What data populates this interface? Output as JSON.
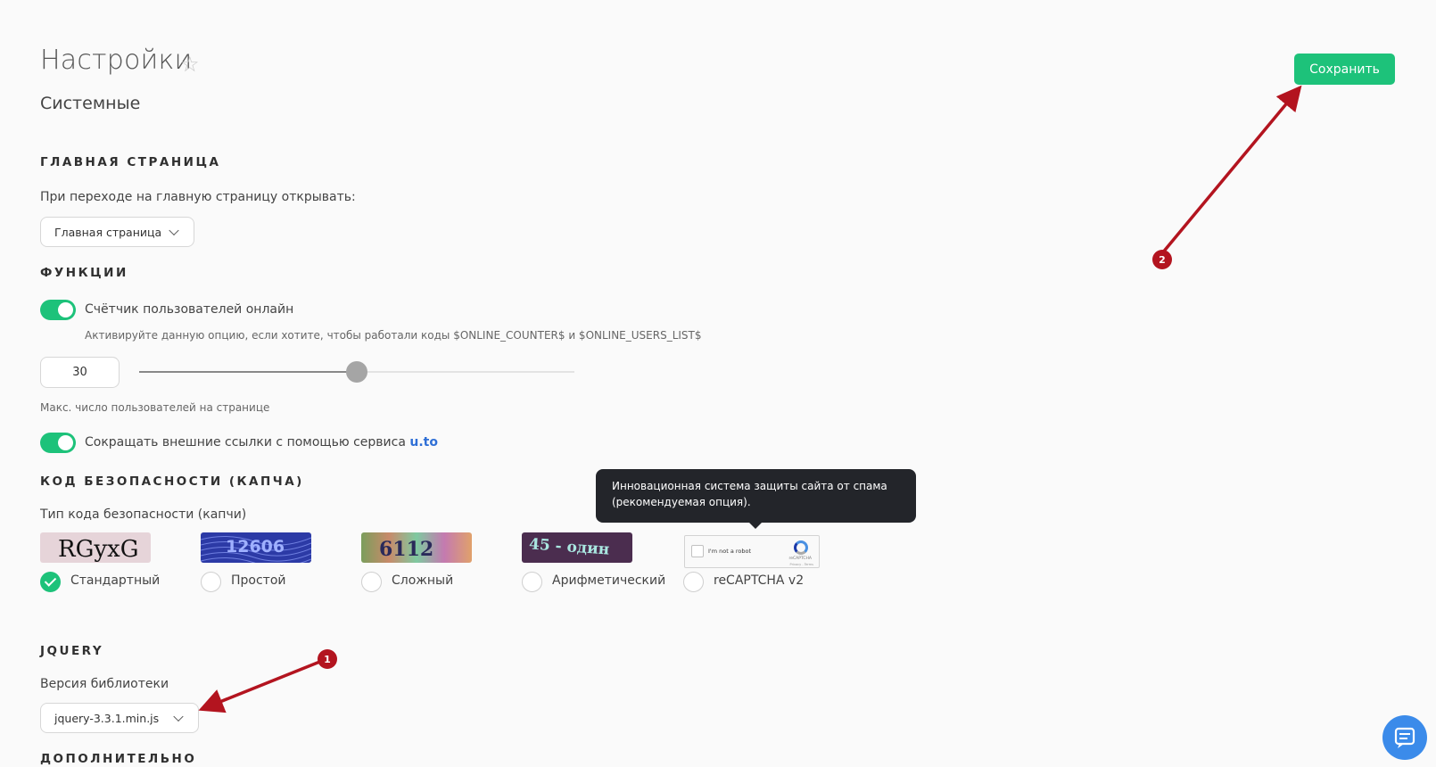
{
  "header": {
    "title": "Настройки",
    "subtitle": "Системные",
    "save_label": "Сохранить"
  },
  "main_page": {
    "section_title": "ГЛАВНАЯ СТРАНИЦА",
    "label": "При переходе на главную страницу открывать:",
    "select_value": "Главная страница"
  },
  "functions": {
    "section_title": "ФУНКЦИИ",
    "online_counter_label": "Счётчик пользователей онлайн",
    "online_counter_enabled": true,
    "online_counter_hint": "Активируйте данную опцию, если хотите, чтобы работали коды $ONLINE_COUNTER$ и $ONLINE_USERS_LIST$",
    "max_users_value": "30",
    "max_users_slider_fraction": 0.5,
    "max_users_hint": "Макс. число пользователей на странице",
    "shorten_links_label": "Сокращать внешние ссылки с помощью сервиса",
    "shorten_links_service": "u.to",
    "shorten_links_enabled": true
  },
  "captcha": {
    "section_title": "КОД БЕЗОПАСНОСТИ (КАПЧА)",
    "type_label": "Тип кода безопасности (капчи)",
    "options": [
      {
        "label": "Стандартный",
        "sample": "RGyxG",
        "checked": true
      },
      {
        "label": "Простой",
        "sample": "12606",
        "checked": false
      },
      {
        "label": "Сложный",
        "sample": "6112",
        "checked": false
      },
      {
        "label": "Арифметический",
        "sample": "45 - один",
        "checked": false
      },
      {
        "label": "reCAPTCHA v2",
        "sample": "",
        "checked": false
      }
    ],
    "recaptcha": {
      "checkbox_text": "I'm not a robot",
      "brand": "reCAPTCHA",
      "links": "Privacy - Terms"
    },
    "tooltip": "Инновационная система защиты сайта от спама (рекомендуемая опция)."
  },
  "jquery": {
    "section_title": "JQUERY",
    "label": "Версия библиотеки",
    "select_value": "jquery-3.3.1.min.js"
  },
  "extra": {
    "section_title": "ДОПОЛНИТЕЛЬНО"
  },
  "annotations": {
    "marker_1": "1",
    "marker_2": "2"
  },
  "colors": {
    "accent": "#1dc27a",
    "link": "#2f6fd6",
    "annotation": "#b3141f",
    "tooltip_bg": "#23252a",
    "chat": "#3b8bea"
  }
}
